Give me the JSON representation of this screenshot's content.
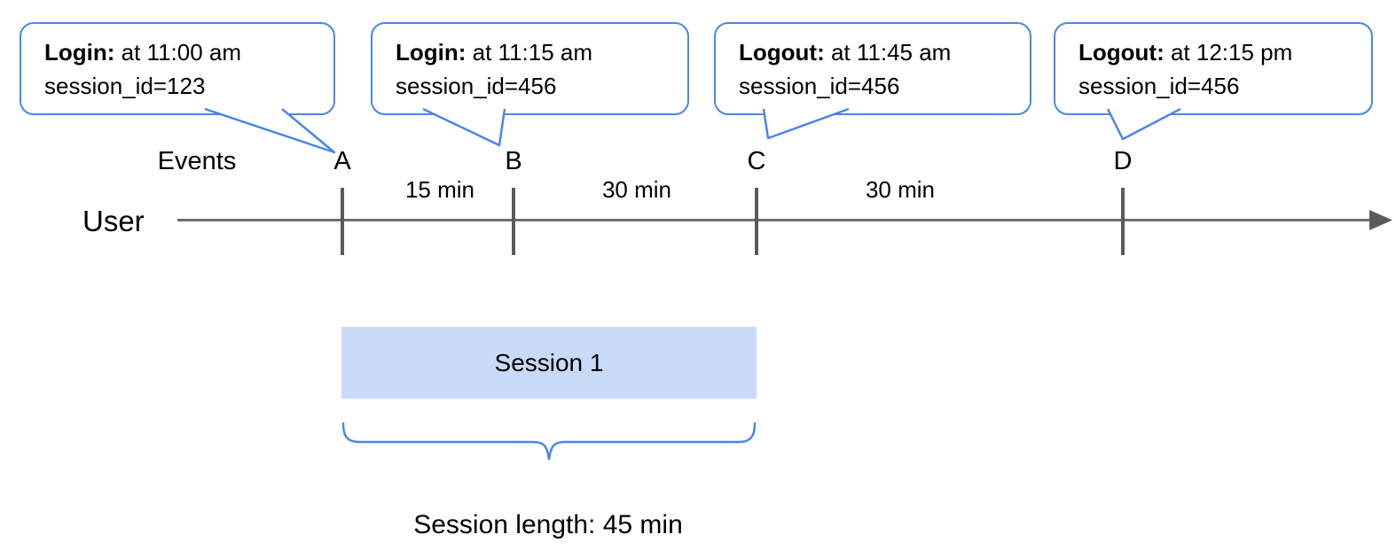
{
  "colors": {
    "accent_blue": "#4a86e8",
    "session_fill": "#c9daf8",
    "axis_gray": "#6e6e6e",
    "tick_gray": "#595959",
    "text": "#000000"
  },
  "callouts": [
    {
      "event": "Login:",
      "detail": " at 11:00 am",
      "session": "session_id=123",
      "points_to": "A"
    },
    {
      "event": "Login:",
      "detail": " at 11:15 am",
      "session": "session_id=456",
      "points_to": "B"
    },
    {
      "event": "Logout:",
      "detail": " at 11:45 am",
      "session": "session_id=456",
      "points_to": "C"
    },
    {
      "event": "Logout:",
      "detail": " at 12:15 pm",
      "session": "session_id=456",
      "points_to": "D"
    }
  ],
  "timeline": {
    "row_label": "User",
    "events_label": "Events",
    "markers": [
      "A",
      "B",
      "C",
      "D"
    ],
    "intervals": [
      "15 min",
      "30 min",
      "30 min"
    ]
  },
  "session": {
    "box_label": "Session 1",
    "length_label": "Session length: 45 min"
  }
}
